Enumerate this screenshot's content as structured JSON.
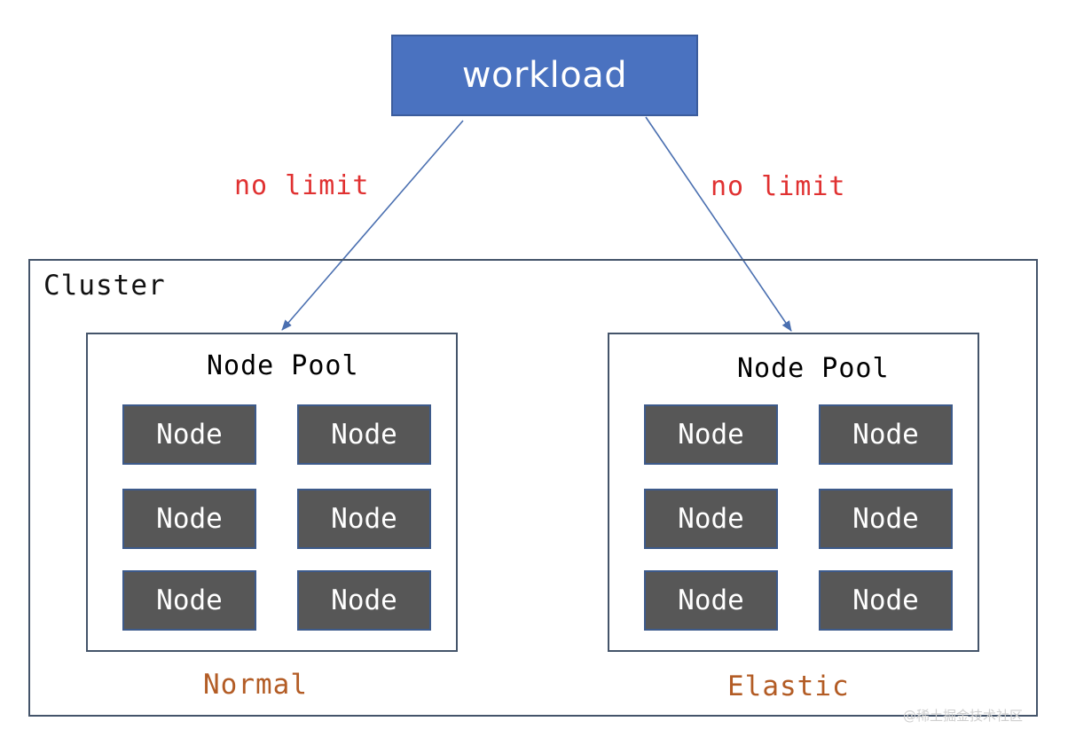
{
  "workload": {
    "label": "workload"
  },
  "edges": [
    {
      "label": "no limit"
    },
    {
      "label": "no limit"
    }
  ],
  "cluster": {
    "label": "Cluster"
  },
  "pools": [
    {
      "title": "Node Pool",
      "type_label": "Normal",
      "nodes": [
        "Node",
        "Node",
        "Node",
        "Node",
        "Node",
        "Node"
      ]
    },
    {
      "title": "Node Pool",
      "type_label": "Elastic",
      "nodes": [
        "Node",
        "Node",
        "Node",
        "Node",
        "Node",
        "Node"
      ]
    }
  ],
  "watermark": "@稀土掘金技术社区",
  "colors": {
    "workload_fill": "#4a72c0",
    "node_fill": "#575757",
    "edge_label": "#e03131",
    "pool_type_label": "#b35c25",
    "arrow": "#4a6fb0"
  }
}
